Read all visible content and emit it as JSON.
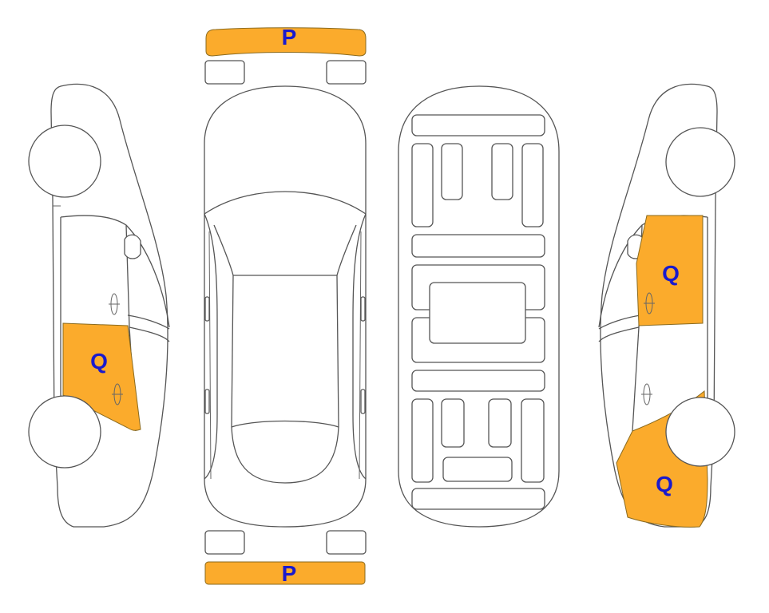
{
  "colors": {
    "highlight": "#FBAB2C",
    "highlight_stroke": "#8a6a1e",
    "label": "#1a1acd",
    "outline": "#555555"
  },
  "labels": {
    "front_bumper": "P",
    "rear_bumper": "P",
    "left_rear_door": "Q",
    "right_front_door": "Q",
    "right_rear_quarter": "Q"
  }
}
